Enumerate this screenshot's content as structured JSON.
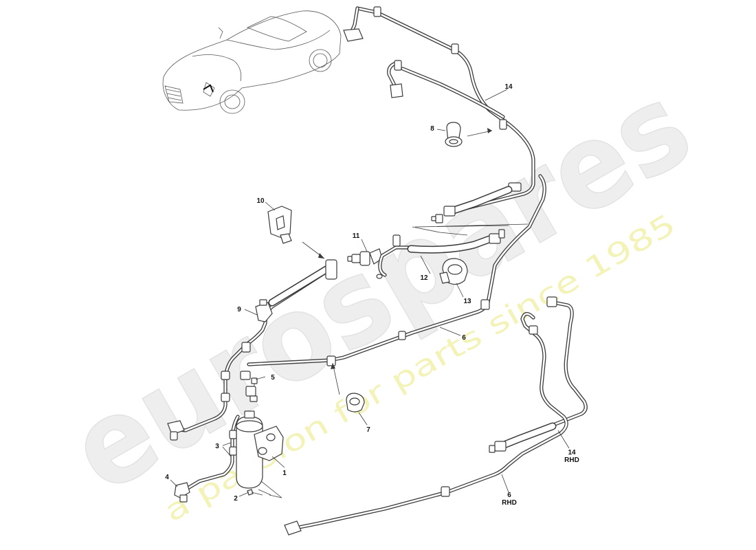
{
  "watermark": {
    "logo_text": "eurospares",
    "tagline": "a passion for parts since 1985"
  },
  "callouts": [
    {
      "id": "c1",
      "text": "1"
    },
    {
      "id": "c2",
      "text": "2"
    },
    {
      "id": "c3",
      "text": "3"
    },
    {
      "id": "c4",
      "text": "4"
    },
    {
      "id": "c5",
      "text": "5"
    },
    {
      "id": "c6",
      "text": "6"
    },
    {
      "id": "c7",
      "text": "7"
    },
    {
      "id": "c8",
      "text": "8"
    },
    {
      "id": "c9",
      "text": "9"
    },
    {
      "id": "c10",
      "text": "10"
    },
    {
      "id": "c11",
      "text": "11"
    },
    {
      "id": "c12",
      "text": "12"
    },
    {
      "id": "c13",
      "text": "13"
    },
    {
      "id": "c14",
      "text": "14"
    },
    {
      "id": "c14rhd",
      "text": "14",
      "note": "RHD"
    },
    {
      "id": "c6rhd",
      "text": "6",
      "note": "RHD"
    }
  ],
  "colors": {
    "line": "#3a3a3a",
    "watermark_logo": "#eeeeee",
    "watermark_tagline": "#f3f3b8"
  }
}
